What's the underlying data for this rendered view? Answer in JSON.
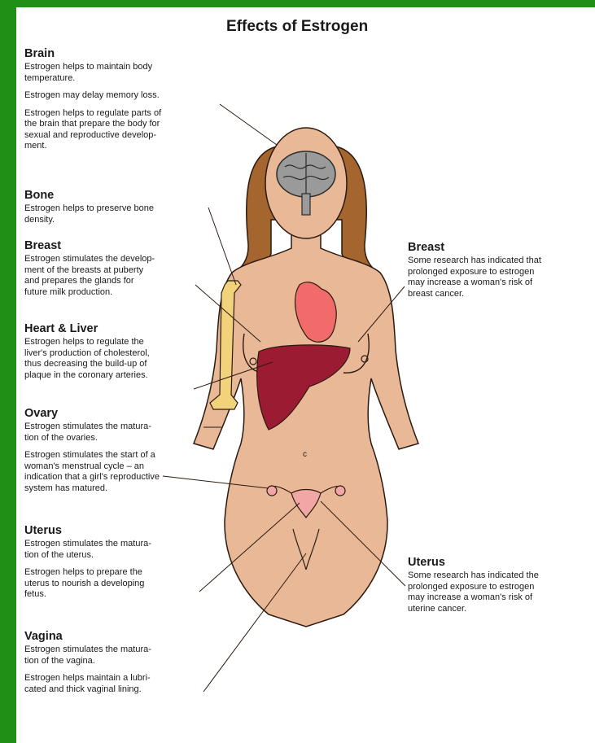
{
  "title": "Effects of Estrogen",
  "colors": {
    "frame": "#1f8f16",
    "skin": "#e8b897",
    "hair": "#a4652e",
    "heart": "#f26b6b",
    "liver": "#9b1b32",
    "bone": "#f2d27a",
    "uterus": "#f2a6a6"
  },
  "left": {
    "brain": {
      "heading": "Brain",
      "lines1": [
        "Estrogen helps to maintain body",
        "temperature."
      ],
      "lines2": [
        "Estrogen may delay memory loss."
      ],
      "lines3": [
        "Estrogen helps to regulate parts of",
        "the brain that prepare the body for",
        "sexual and reproductive develop-",
        "ment."
      ]
    },
    "bone": {
      "heading": "Bone",
      "lines1": [
        "Estrogen helps to preserve bone",
        "density."
      ]
    },
    "breast": {
      "heading": "Breast",
      "lines1": [
        "Estrogen stimulates the develop-",
        "ment of the breasts at puberty",
        "and prepares the glands for",
        "future milk production."
      ]
    },
    "heart_liver": {
      "heading": "Heart & Liver",
      "lines1": [
        "Estrogen helps to regulate the",
        "liver's production of cholesterol,",
        "thus decreasing the build-up of",
        "plaque in the coronary arteries."
      ]
    },
    "ovary": {
      "heading": "Ovary",
      "lines1": [
        "Estrogen stimulates the matura-",
        "tion of the ovaries."
      ],
      "lines2": [
        "Estrogen stimulates the start of a",
        "woman's menstrual cycle – an",
        "indication that a girl's reproductive",
        "system has matured."
      ]
    },
    "uterus": {
      "heading": "Uterus",
      "lines1": [
        "Estrogen stimulates the matura-",
        "tion of the uterus."
      ],
      "lines2": [
        "Estrogen helps to prepare the",
        "uterus to nourish a developing",
        "fetus."
      ]
    },
    "vagina": {
      "heading": "Vagina",
      "lines1": [
        "Estrogen stimulates the matura-",
        "tion of the vagina."
      ],
      "lines2": [
        "Estrogen helps maintain a lubri-",
        "cated and thick vaginal lining."
      ]
    }
  },
  "right": {
    "breast": {
      "heading": "Breast",
      "lines1": [
        "Some research has indicated that",
        "prolonged exposure to estrogen",
        "may increase a woman's risk of",
        "breast cancer."
      ]
    },
    "uterus": {
      "heading": "Uterus",
      "lines1": [
        "Some research has indicated the",
        "prolonged exposure to estrogen",
        "may increase a woman's risk of",
        "uterine cancer."
      ]
    }
  }
}
